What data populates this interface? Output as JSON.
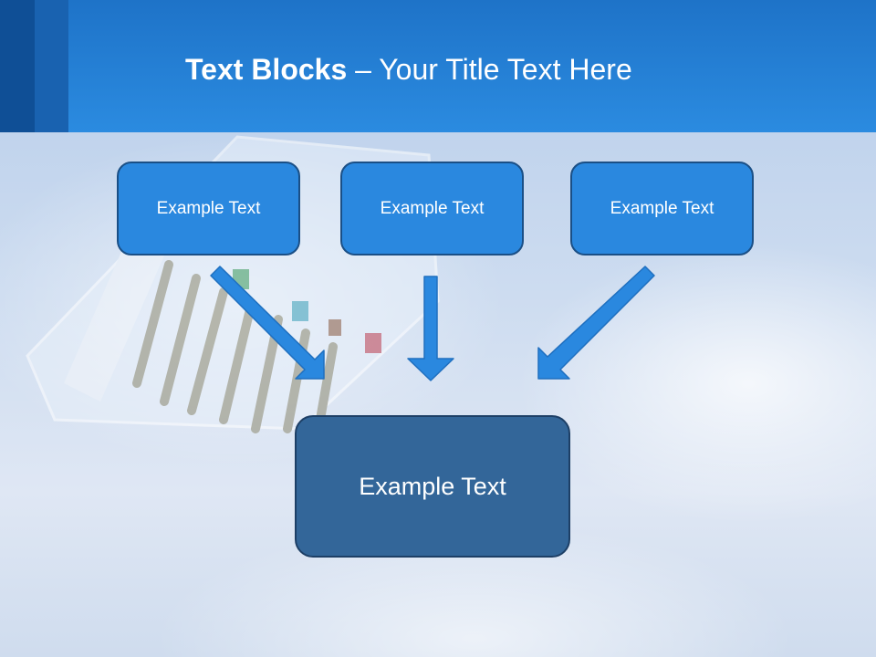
{
  "slide": {
    "title_bold": "Text Blocks",
    "title_dash": " – ",
    "title_rest": "Your Title Text Here"
  },
  "diagram": {
    "source_boxes": [
      {
        "label": "Example Text"
      },
      {
        "label": "Example Text"
      },
      {
        "label": "Example Text"
      }
    ],
    "target_box": {
      "label": "Example Text"
    }
  },
  "colors": {
    "header": "#2b8be0",
    "box_fill": "#2a88df",
    "target_fill": "#336699",
    "arrow": "#2a88df"
  }
}
